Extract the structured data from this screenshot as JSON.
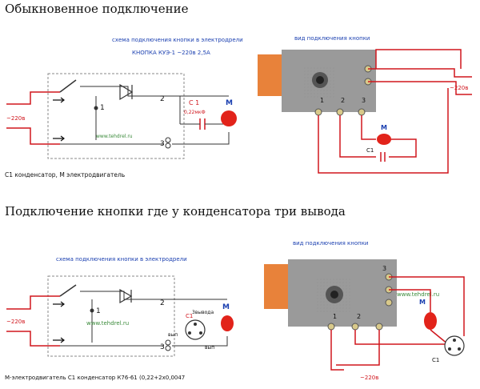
{
  "headings": {
    "standard": "Обыкновенное подключение",
    "three_terminal": "Подключение кнопки где у конденсатора три вывода"
  },
  "top_left": {
    "title": "схема подключения кнопки в электродрели",
    "subtitle": "КНОПКА КУЭ-1 ~220в 2,5А",
    "supply": "~220в",
    "pin1": "1",
    "pin2": "2",
    "pin3": "3",
    "capacitor": "C 1",
    "capacitor_value": "0,22мкФ",
    "motor": "M",
    "watermark": "www.tehdrel.ru",
    "caption": "C1 конденсатор, M электродвигатель"
  },
  "top_right": {
    "title": "вид подключения кнопки",
    "supply": "~220в",
    "pin1": "1",
    "pin2": "2",
    "pin3": "3",
    "motor": "M",
    "capacitor": "C1"
  },
  "bottom_left": {
    "title": "схема подключения кнопки в электродрели",
    "supply": "~220в",
    "pin1": "1",
    "pin2": "2",
    "pin3": "3",
    "motor": "M",
    "capacitor": "C1",
    "cap_leads_top": "3вывода",
    "cap_lead_a": "вып",
    "cap_lead_b": "вып",
    "watermark": "www.tehdrel.ru",
    "caption": "M-электродвигатель   C1 конденсатор   К76-61 (0,22+2х0,0047"
  },
  "bottom_right": {
    "title": "вид подключения кнопки",
    "supply": "~220в",
    "pin1": "1",
    "pin2": "2",
    "pin3": "3",
    "motor": "M",
    "capacitor": "C1",
    "watermark": "www.tehdrel.ru"
  },
  "colors": {
    "wire": "#d0161d",
    "schematic_line": "#444444",
    "label_blue": "#1a3fb0",
    "switch_body": "#9a9a9a",
    "trigger": "#e8823a"
  }
}
